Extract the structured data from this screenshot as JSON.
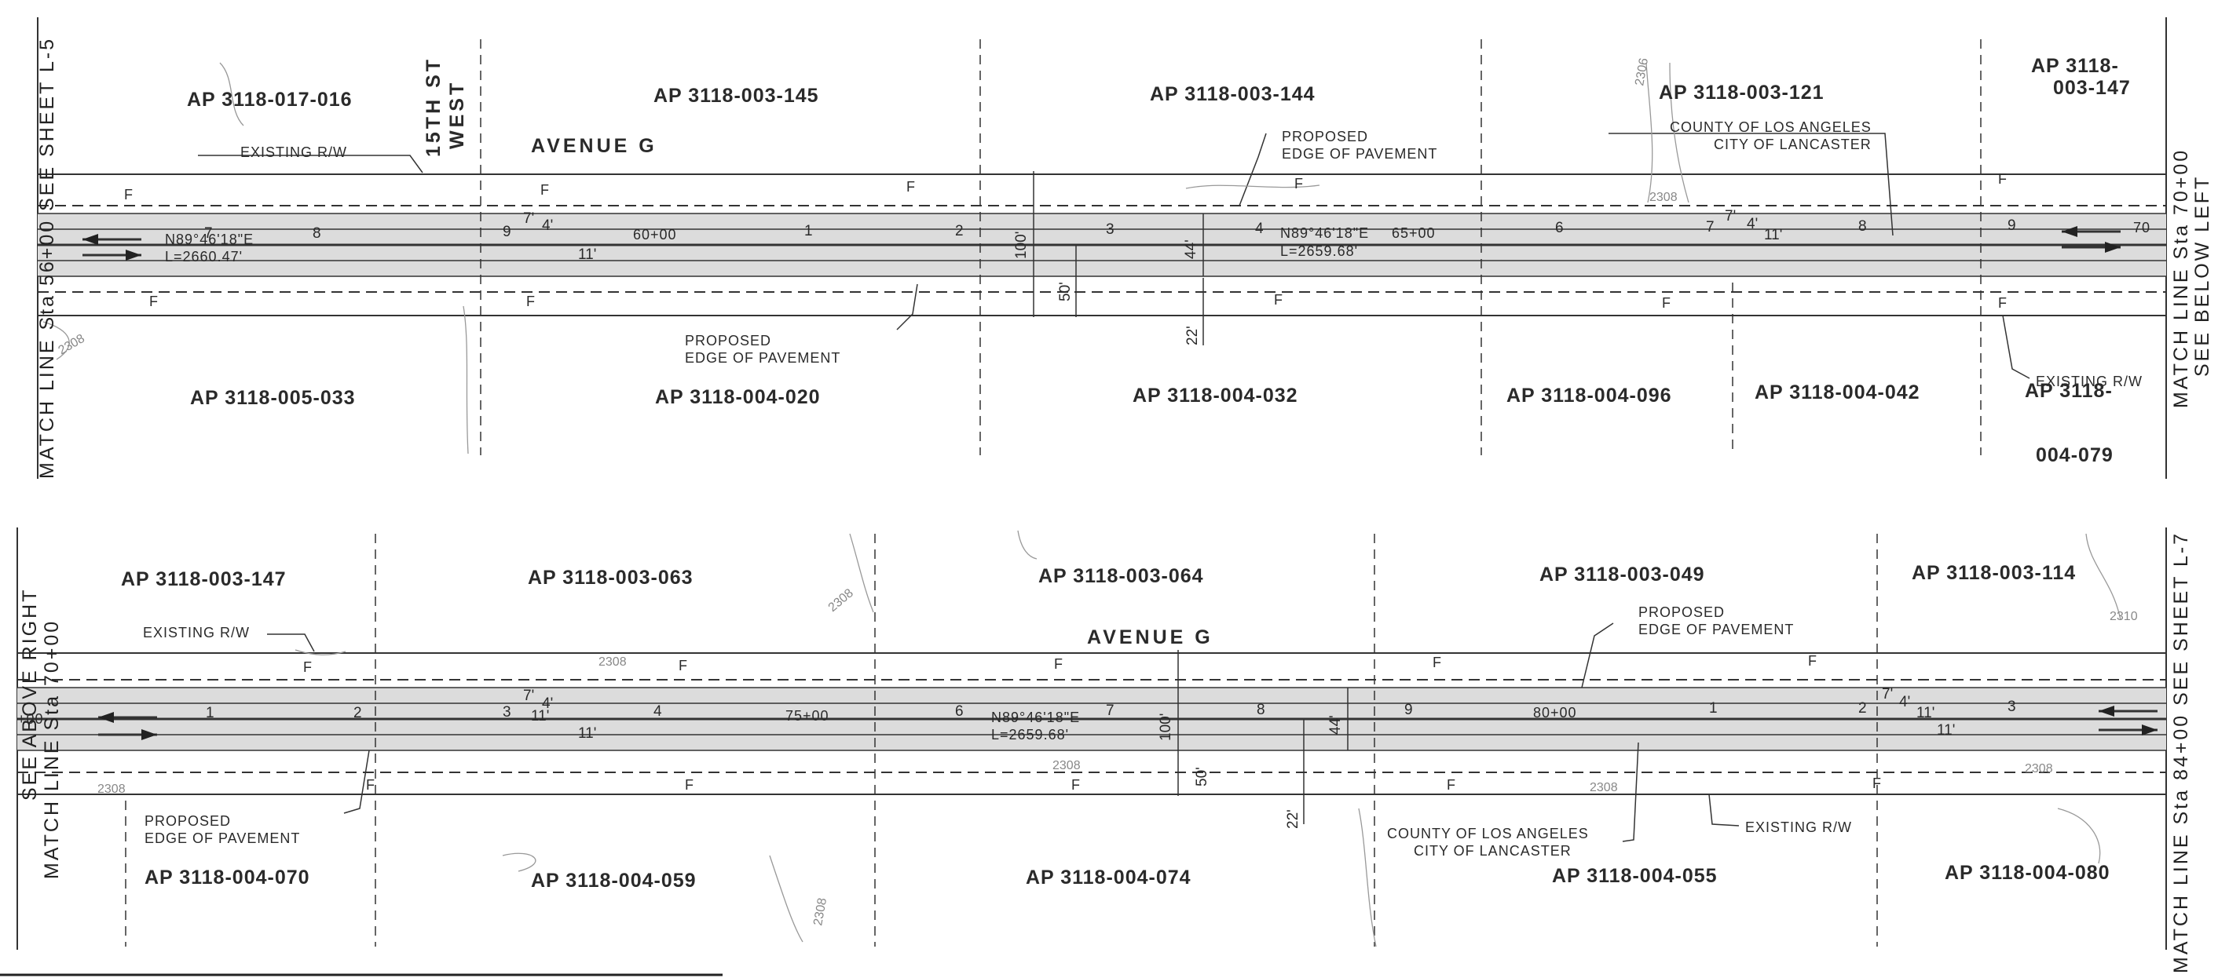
{
  "top_panel": {
    "left_match": "MATCH LINE Sta 56+00   SEE SHEET L-5",
    "right_match": [
      "MATCH LINE Sta 70+00",
      "SEE BELOW LEFT"
    ],
    "street_name": "AVENUE G",
    "cross_street": [
      "15TH ST",
      "WEST"
    ],
    "north_parcels": [
      "AP 3118-017-016",
      "AP 3118-003-145",
      "AP 3118-003-144",
      "AP 3118-003-121",
      "AP 3118-",
      "003-147"
    ],
    "south_parcels": [
      "AP 3118-005-033",
      "AP 3118-004-020",
      "AP 3118-004-032",
      "AP 3118-004-096",
      "AP 3118-004-042",
      "AP 3118-",
      "004-079"
    ],
    "existing_rw_left": "EXISTING R/W",
    "existing_rw_right": "EXISTING R/W",
    "proposed_edge_north": [
      "PROPOSED",
      "EDGE OF PAVEMENT"
    ],
    "proposed_edge_south": [
      "PROPOSED",
      "EDGE OF PAVEMENT"
    ],
    "jurisdiction": [
      "COUNTY OF LOS ANGELES",
      "CITY OF LANCASTER"
    ],
    "bearing_left": "N89°46'18\"E",
    "length_left": "L=2660.47'",
    "bearing_right": "N89°46'18\"E",
    "length_right": "L=2659.68'",
    "station_60": "60+00",
    "station_65": "65+00",
    "station_70": "70",
    "tick_numbers": [
      "7",
      "8",
      "9",
      "1",
      "2",
      "3",
      "4",
      "6",
      "7",
      "8",
      "9"
    ],
    "dims": {
      "row": "100'",
      "half": "50'",
      "lane": "44'",
      "offset": "22'",
      "w11": "11'",
      "w4": "4'",
      "w7": "7'"
    },
    "contour": "2308",
    "contour_b": "2306",
    "fence": "F"
  },
  "bottom_panel": {
    "left_match": [
      "SEE ABOVE RIGHT",
      "MATCH LINE Sta 70+00"
    ],
    "right_match": "MATCH LINE Sta 84+00   SEE SHEET L-7",
    "street_name": "AVENUE G",
    "north_parcels": [
      "AP 3118-003-147",
      "AP 3118-003-063",
      "AP 3118-003-064",
      "AP 3118-003-049",
      "AP 3118-003-114"
    ],
    "south_parcels": [
      "AP 3118-004-070",
      "AP 3118-004-059",
      "AP 3118-004-074",
      "AP 3118-004-055",
      "AP 3118-004-080"
    ],
    "existing_rw_left": "EXISTING R/W",
    "existing_rw_right": "EXISTING R/W",
    "proposed_edge_north": [
      "PROPOSED",
      "EDGE OF PAVEMENT"
    ],
    "proposed_edge_south": [
      "PROPOSED",
      "EDGE OF PAVEMENT"
    ],
    "jurisdiction": [
      "COUNTY OF LOS ANGELES",
      "CITY OF LANCASTER"
    ],
    "bearing": "N89°46'18\"E",
    "length": "L=2659.68'",
    "station_75": "75+00",
    "station_80": "80+00",
    "station_70": "+00",
    "tick_numbers": [
      "1",
      "2",
      "3",
      "4",
      "6",
      "7",
      "8",
      "9",
      "1",
      "2",
      "3"
    ],
    "dims": {
      "row": "100'",
      "half": "50'",
      "lane": "44'",
      "offset": "22'",
      "w11": "11'",
      "w4": "4'",
      "w7": "7'"
    },
    "contour": "2308",
    "contour_b": "2310",
    "fence": "F"
  }
}
